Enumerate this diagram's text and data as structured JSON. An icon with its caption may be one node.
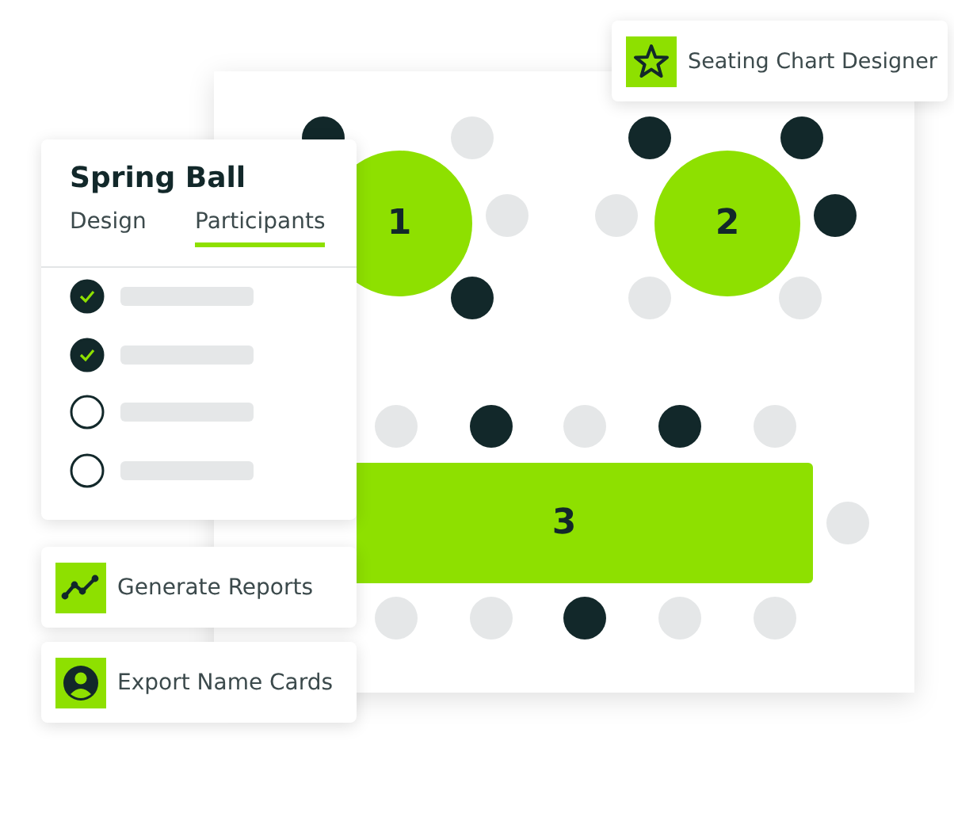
{
  "diagram": {
    "nodes": [
      {
        "text": [
          "Seating Chart Designer"
        ]
      },
      {
        "text": [
          "Spring Ball",
          "Design",
          "Participants"
        ]
      },
      {
        "text": [
          "1"
        ]
      },
      {
        "text": [
          "2"
        ]
      },
      {
        "text": [
          "3"
        ]
      },
      {
        "text": [
          "Generate Reports"
        ]
      },
      {
        "text": [
          "Export Name Cards"
        ]
      }
    ]
  }
}
